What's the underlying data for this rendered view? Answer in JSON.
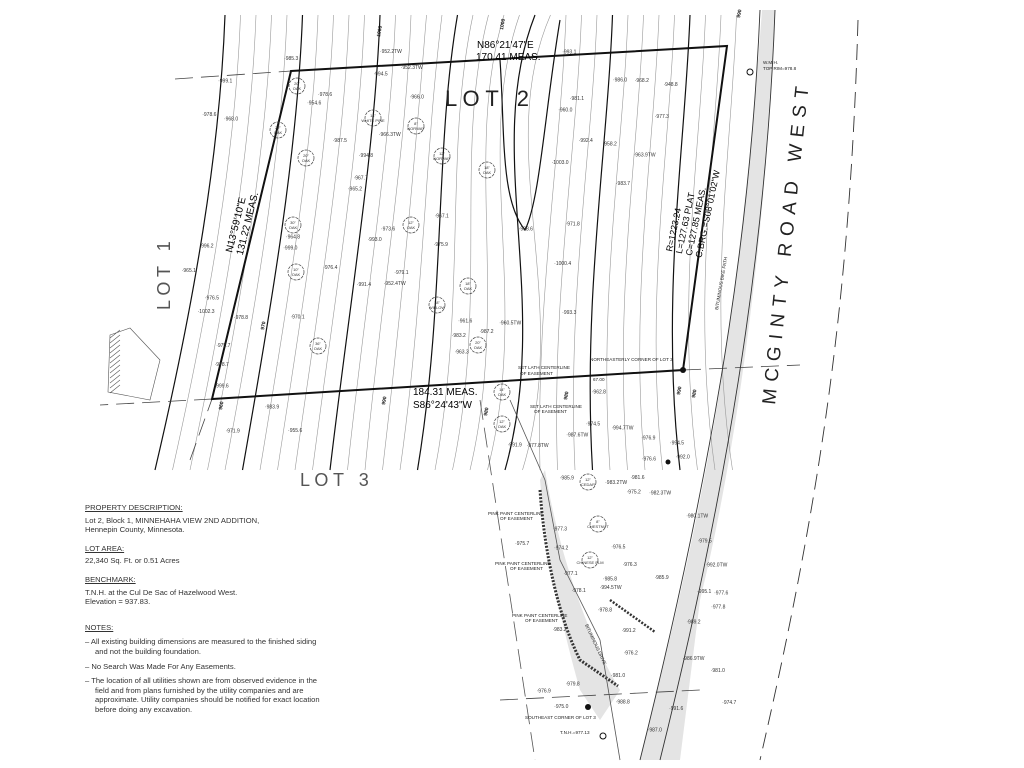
{
  "lots": {
    "lot2": "L O T   2",
    "lot1": "L O T   1",
    "lot3": "L O T   3"
  },
  "road": "MCGINTY ROAD WEST",
  "bearings": {
    "north": [
      "N86°21'47\"E",
      "170.41 MEAS."
    ],
    "west": [
      "N13°59'10\"E",
      "131.22 MEAS."
    ],
    "south": [
      "184.31 MEAS.",
      "S86°24'43\"W"
    ],
    "curve": [
      "R=1223.24",
      "L=127.63 PLAT",
      "C=127.85 MEAS.",
      "C.BRG.=S08°01'02\"W"
    ]
  },
  "callouts": {
    "ne_corner": "NORTHEASTERLY CORNER OF LOT 3",
    "lath1": [
      "SET LATH CENTERLINE",
      "OF EASEMENT"
    ],
    "lath2": [
      "SET LATH CENTERLINE",
      "OF EASEMENT"
    ],
    "pink1": [
      "PINK PAINT CENTERLINE",
      "OF EASEMENT"
    ],
    "pink2": [
      "PINK PAINT CENTERLINE",
      "OF EASEMENT"
    ],
    "pink3": [
      "PINK PAINT CENTERLINE",
      "OF EASEMENT"
    ],
    "se_corner": "SOUTHEAST CORNER OF LOT 3",
    "tnh": "T.N.H.=977.13",
    "wmh": [
      "W.M.H.",
      "TOP RIM=978.8"
    ],
    "bike_path": "BITUMINOUS BIKE PATH",
    "dim": "67.00",
    "drive": "BITUMINOUS DRIVE"
  },
  "trees": [
    {
      "size": "20\"",
      "type": "OAK"
    },
    {
      "size": "22\"",
      "type": "OAK"
    },
    {
      "size": "20\"",
      "type": "OAK"
    },
    {
      "size": "30\"",
      "type": "OAK"
    },
    {
      "size": "10\"",
      "type": "OAK"
    },
    {
      "size": "36\"",
      "type": "OAK"
    },
    {
      "size": "14\"",
      "type": "WHITE PINE"
    },
    {
      "size": "8\"",
      "type": "NORWAY"
    },
    {
      "size": "12\"",
      "type": "NORWAY"
    },
    {
      "size": "12\"",
      "type": "OAK"
    },
    {
      "size": "18\"",
      "type": "WILLOW"
    },
    {
      "size": "18\"",
      "type": "OAK"
    },
    {
      "size": "20\"",
      "type": "OAK"
    },
    {
      "size": "18\"",
      "type": "OAK"
    },
    {
      "size": "14\"",
      "type": "OAK"
    },
    {
      "size": "12\"",
      "type": "OAK"
    },
    {
      "size": "12\"",
      "type": "CEDAR"
    },
    {
      "size": "8\"",
      "type": "CHESTNUT"
    },
    {
      "size": "12\"",
      "type": "CHINESE ELM"
    }
  ],
  "spot_elevations": [
    "975.9",
    "978.6",
    "986.0",
    "991.4",
    "1003.0",
    "1002.3",
    "999.0",
    "978.8",
    "979.1",
    "968.0",
    "974.5",
    "966.0",
    "971.9",
    "967.1",
    "970.1",
    "977.3",
    "976.4",
    "960.0",
    "965.2",
    "968.2",
    "958.2",
    "964.8",
    "963.3",
    "954.6",
    "952.3TW",
    "961.6",
    "955.6",
    "971.8",
    "973.6",
    "975.7",
    "962.8",
    "965.1",
    "967.7",
    "966.3TW",
    "960.5TW",
    "963.9TW",
    "952.2TW",
    "948.8",
    "952.4TW",
    "981.1",
    "983.9",
    "985.3",
    "987.2",
    "993.3",
    "992.4",
    "999.1",
    "1000.4",
    "999.6",
    "996.2",
    "994.5",
    "987.5",
    "978.7",
    "978.6",
    "976.5",
    "993.0",
    "993.1",
    "988.6",
    "983.7",
    "983.2",
    "994.8",
    "994.5",
    "991.9",
    "985.9",
    "994.7TW",
    "995.1",
    "994.5TW",
    "992.0",
    "991.2",
    "991.6",
    "992.0TW",
    "988.8",
    "985.9",
    "981.0",
    "977.6",
    "989.2",
    "987.0",
    "986.9TW",
    "985.8",
    "987.6TW",
    "983.2",
    "983.2TW",
    "981.6",
    "982.3TW",
    "980.1TW",
    "978.8",
    "979.8",
    "977.8TW",
    "977.1",
    "976.5",
    "976.9",
    "976.3",
    "975.0",
    "974.2",
    "975.7",
    "976.6",
    "976.9",
    "978.1",
    "977.3",
    "976.2",
    "975.2",
    "974.7",
    "979.5",
    "981.0",
    "977.8"
  ],
  "contour_labels": [
    "1000",
    "1000",
    "990",
    "990",
    "980",
    "980",
    "970",
    "960",
    "990",
    "980"
  ],
  "notes": {
    "property_heading": "PROPERTY DESCRIPTION:",
    "property_text": [
      "Lot 2, Block 1, MINNEHAHA VIEW 2ND ADDITION,",
      "Hennepin County, Minnesota."
    ],
    "area_heading": "LOT AREA:",
    "area_text": "22,340 Sq. Ft. or 0.51 Acres",
    "benchmark_heading": "BENCHMARK:",
    "benchmark_text": [
      "T.N.H. at the Cul De Sac of Hazelwood West.",
      "Elevation = 937.83."
    ],
    "notes_heading": "NOTES:",
    "notes_items": [
      "– All existing building dimensions are measured to the finished siding and not the building foundation.",
      "– No Search Was Made For Any Easements.",
      "– The location of all utilities shown are from observed evidence in the field and from plans furnished by the utility companies and are approximate.  Utility companies should be notified for exact location before doing any excavation."
    ]
  },
  "colors": {
    "line": "#111111",
    "contour": "#9a9a9a",
    "shade": "#e4e4e4"
  }
}
